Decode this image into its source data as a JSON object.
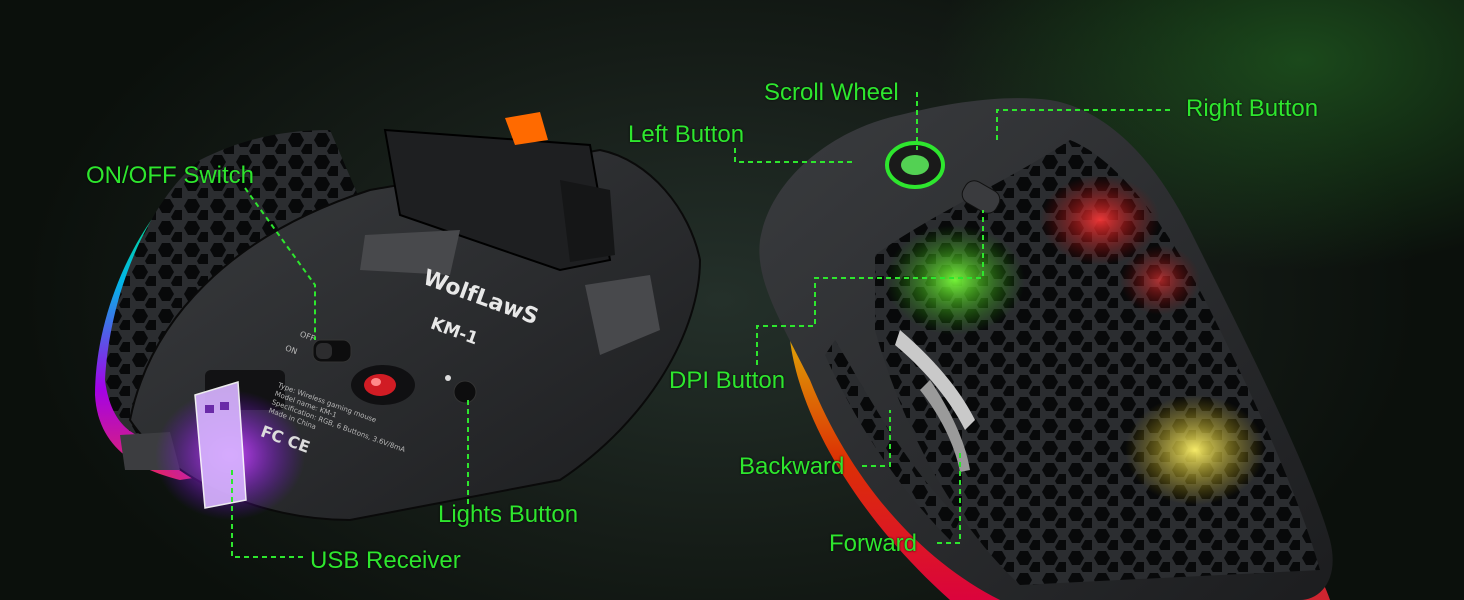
{
  "brand": {
    "name": "WolfLawS",
    "model": "KM-1"
  },
  "switch_marks": {
    "off": "OFF",
    "on": "ON"
  },
  "bottom_print": {
    "line1": "Type: Wireless gaming mouse",
    "line2": "Model name: KM-1",
    "line3": "Specification: RGB, 6 Buttons, 3.6V/8mA",
    "line4": "Made in China",
    "certs": "FC CE"
  },
  "labels": {
    "on_off_switch": "ON/OFF Switch",
    "lights_button": "Lights Button",
    "usb_receiver": "USB Receiver",
    "scroll_wheel": "Scroll Wheel",
    "left_button": "Left Button",
    "right_button": "Right Button",
    "dpi_button": "DPI Button",
    "backward": "Backward",
    "forward": "Forward"
  },
  "colors": {
    "label_green": "#2ee62e",
    "background": "#151c17",
    "mouse_body": "#2a2c2e"
  }
}
